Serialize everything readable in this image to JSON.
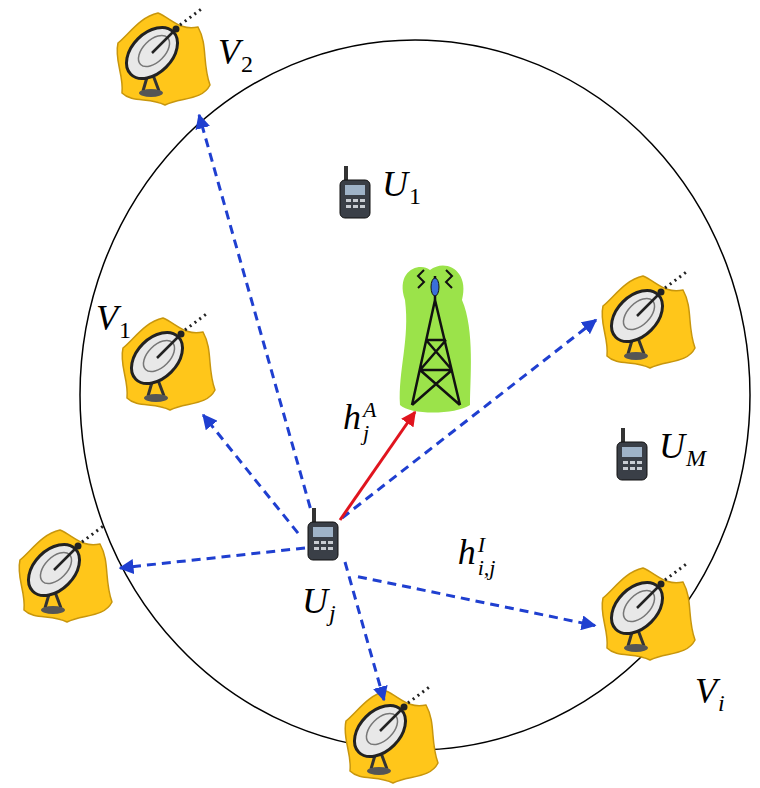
{
  "diagram": {
    "nodes": [
      {
        "text": [
          "V2"
        ]
      },
      {
        "text": [
          "U1"
        ]
      },
      {
        "text": [
          "V1"
        ]
      },
      {
        "text": [
          "UM"
        ]
      },
      {
        "text": [
          "Uj"
        ]
      },
      {
        "text": [
          "Vi"
        ]
      }
    ],
    "edges": [
      {
        "from": 4,
        "to": 0,
        "arrow": "to"
      },
      {
        "from": 4,
        "to": 2,
        "arrow": "to"
      },
      {
        "from": 4,
        "to": 5,
        "arrow": "to",
        "label": "hi,jI"
      }
    ],
    "labels": [
      "hjA"
    ]
  }
}
